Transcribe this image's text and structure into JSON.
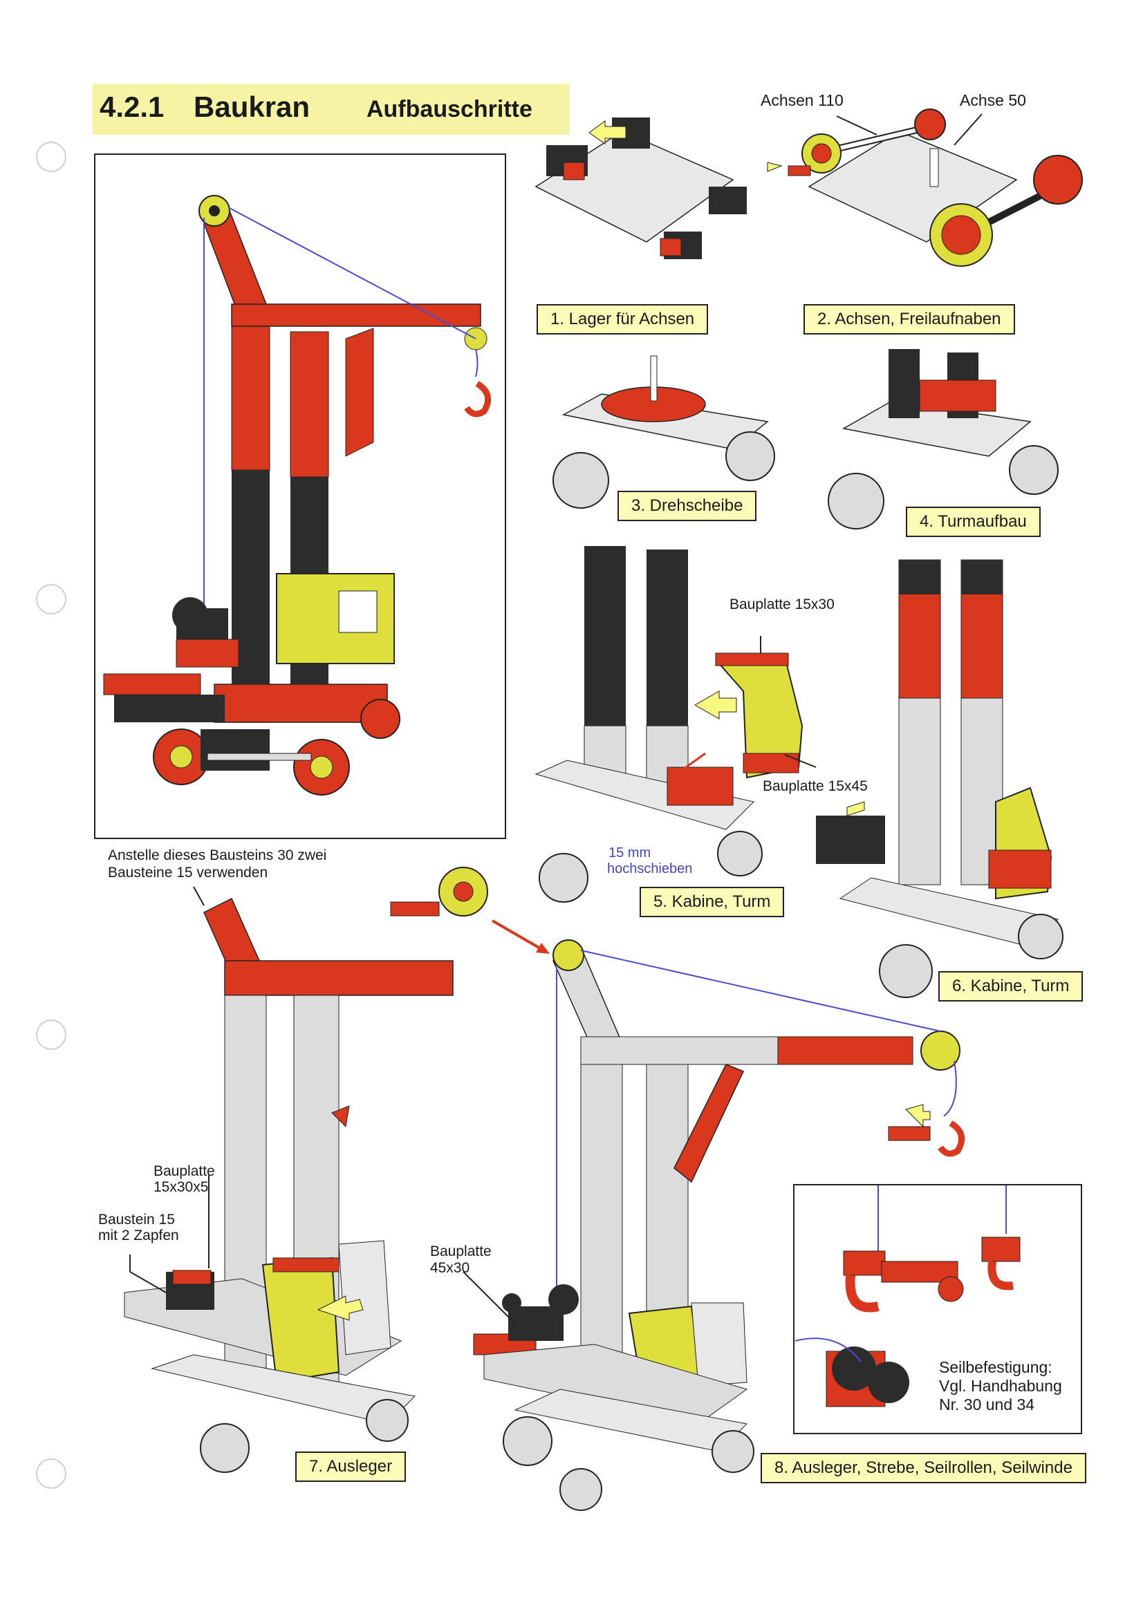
{
  "header": {
    "number": "4.2.1",
    "title": "Baukran",
    "subtitle": "Aufbauschritte"
  },
  "labels": {
    "achsen110": "Achsen 110",
    "achse50": "Achse 50",
    "bauplatte_15x30": "Bauplatte 15x30",
    "bauplatte_15x45": "Bauplatte 15x45",
    "hoch_1": "15 mm",
    "hoch_2": "hochschieben",
    "anstelle_1": "Anstelle dieses Bausteins 30 zwei",
    "anstelle_2": "Bausteine 15 verwenden",
    "bp_15x30x5_1": "Bauplatte",
    "bp_15x30x5_2": "15x30x5",
    "bs15_1": "Baustein 15",
    "bs15_2": "mit 2 Zapfen",
    "bp_45x30_1": "Bauplatte",
    "bp_45x30_2": "45x30",
    "seil_1": "Seilbefestigung:",
    "seil_2": "Vgl. Handhabung",
    "seil_3": "Nr. 30 und 34"
  },
  "steps": [
    "1. Lager für Achsen",
    "2. Achsen, Freilaufnaben",
    "3. Drehscheibe",
    "4. Turmaufbau",
    "5. Kabine, Turm",
    "6. Kabine, Turm",
    "7. Ausleger",
    "8. Ausleger, Strebe, Seilrollen, Seilwinde"
  ],
  "colors": {
    "red": "#d9381e",
    "dark": "#2c2c2c",
    "grey": "#dcdcdc",
    "yellow": "#dede3c",
    "header_bg": "#f6f4a4",
    "caption_bg": "#fdfbb8",
    "rope": "#4a4ad0"
  }
}
